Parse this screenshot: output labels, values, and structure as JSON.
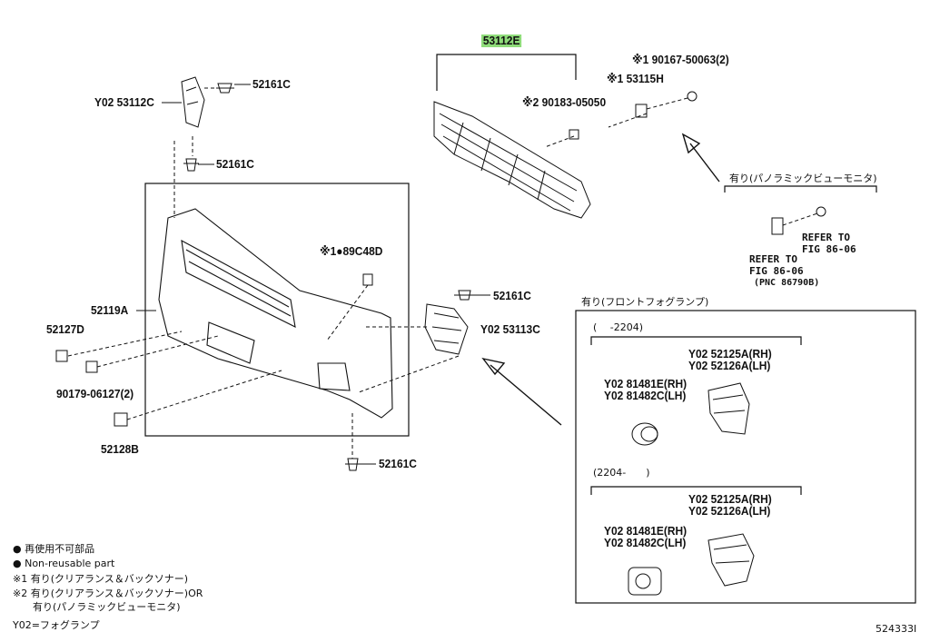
{
  "labels": {
    "p53112E": "53112E",
    "p52161C_1": "52161C",
    "y02_53112C": "Y02 53112C",
    "p52161C_2": "52161C",
    "p90167": "※1 90167-50063(2)",
    "p53115H": "※1 53115H",
    "p90183": "※2 90183-05050",
    "p89C48D": "※1●89C48D",
    "p52161C_3": "52161C",
    "y02_53113C": "Y02 53113C",
    "p52119A": "52119A",
    "p52127D": "52127D",
    "p90179": "90179-06127(2)",
    "p52128B": "52128B",
    "p52161C_4": "52161C",
    "y02_52125A_top": "Y02 52125A(RH)",
    "y02_52126A_top": "Y02 52126A(LH)",
    "y02_81481E_top": "Y02 81481E(RH)",
    "y02_81482C_top": "Y02 81482C(LH)",
    "y02_52125A_bot": "Y02 52125A(RH)",
    "y02_52126A_bot": "Y02 52126A(LH)",
    "y02_81481E_bot": "Y02 81481E(RH)",
    "y02_81482C_bot": "Y02 81482C(LH)"
  },
  "refer": {
    "refer1_a": "REFER TO",
    "refer1_b": "FIG 86-06",
    "refer2_a": "REFER TO",
    "refer2_b": "FIG 86-06",
    "pnc": "(PNC 86790B)"
  },
  "boxes": {
    "panoramic_title": "有り(パノラミックビューモニタ)",
    "fog_title": "有り(フロントフォグランプ)",
    "range_top": "(　 -2204)",
    "range_bottom": "(2204-　　)"
  },
  "legend": {
    "line1": "● 再使用不可部品",
    "line2": "● Non-reusable part",
    "line3": "※1 有り(クリアランス＆バックソナー)",
    "line4": "※2 有り(クリアランス＆バックソナー)OR",
    "line5": "　　有り(パノラミックビューモニタ)",
    "line6": "Y02=フォグランプ"
  },
  "diagram_id": "524333I",
  "colors": {
    "highlight": "#8fdc7a",
    "ink": "#111111"
  },
  "icons": [
    "clip-icon",
    "grille-part",
    "bumper-cover-part",
    "fog-lamp-part",
    "arrow-icon"
  ]
}
